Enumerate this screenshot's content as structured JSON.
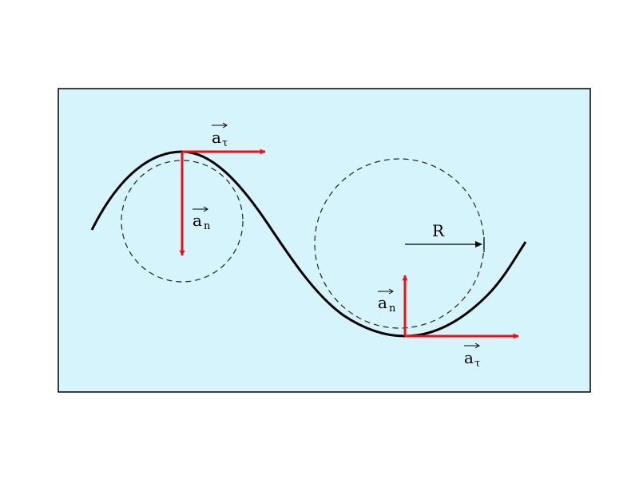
{
  "diagram": {
    "colors": {
      "background": "#d6f4fb",
      "frame": "#000000",
      "curve": "#000000",
      "acceleration_arrow": "#ee1111",
      "circle": "#222222"
    },
    "labels": {
      "tangential_top": {
        "main": "a",
        "sub": "τ"
      },
      "normal_top": {
        "main": "a",
        "sub": "n"
      },
      "normal_bottom": {
        "main": "a",
        "sub": "n"
      },
      "tangential_bottom": {
        "main": "a",
        "sub": "τ"
      },
      "radius": "R"
    }
  }
}
